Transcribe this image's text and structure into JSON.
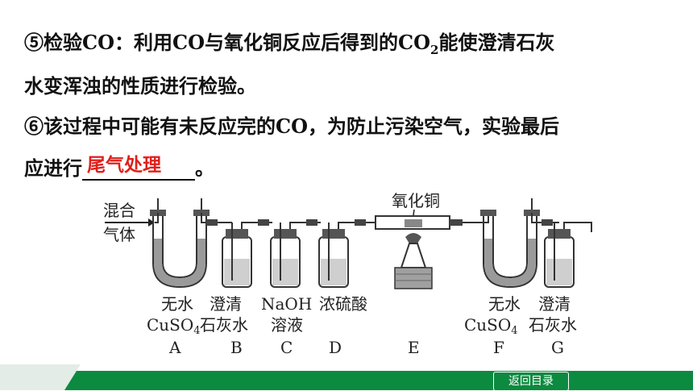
{
  "text": {
    "p1": "⑤检验CO：利用CO与氧化铜反应后得到的CO",
    "p1_sub": "2",
    "p1_tail": "能使澄清石灰",
    "p2": "水变浑浊的性质进行检验。",
    "p3": "⑥该过程中可能有未反应完的CO，为防止污染空气，实验最后",
    "p4_pre": "应进行",
    "p4_answer": "尾气处理",
    "p4_post": "。"
  },
  "diagram": {
    "input_label_1": "混合",
    "input_label_2": "气体",
    "cuo_label": "氧化铜",
    "A_line1": "无水",
    "A_line2": "CuSO",
    "A_sub": "4",
    "B_line1": "澄清",
    "B_line2": "石灰水",
    "C_line1": "NaOH",
    "C_line2": "溶液",
    "D_line1": "浓硫酸",
    "F_line1": "无水",
    "F_line2": "CuSO",
    "F_sub": "4",
    "G_line1": "澄清",
    "G_line2": "石灰水",
    "letters": [
      "A",
      "B",
      "C",
      "D",
      "E",
      "F",
      "G"
    ]
  },
  "footer": {
    "back_label": "返回目录"
  },
  "colors": {
    "answer": "#e0201b",
    "footer_green": "#0c8a3f"
  }
}
